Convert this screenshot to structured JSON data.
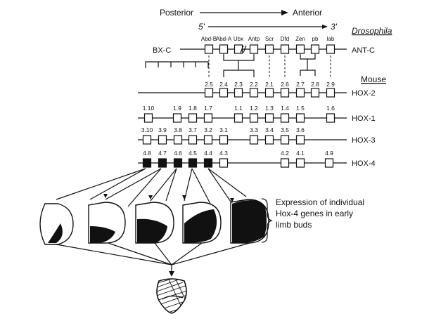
{
  "header": {
    "posterior": "Posterior",
    "anterior": "Anterior",
    "five_prime": "5'",
    "three_prime": "3'"
  },
  "drosophila": {
    "species_label": "Drosophila",
    "left_complex": "BX-C",
    "right_complex": "ANT-C",
    "genes": [
      "Abd-B",
      "Abd-A",
      "Ubx",
      "Antp",
      "Scr",
      "Dfd",
      "Zen",
      "pb",
      "lab"
    ]
  },
  "mouse": {
    "species_label": "Mouse",
    "clusters": [
      {
        "name": "HOX-2",
        "genes": [
          "2.5",
          "2.4",
          "2.3",
          "2.2",
          "2.1",
          "2.6",
          "2.7",
          "2.8",
          "2.9"
        ]
      },
      {
        "name": "HOX-1",
        "genes": [
          "1.10",
          "1.9",
          "1.8",
          "1.7",
          "1.1",
          "1.2",
          "1.3",
          "1.4",
          "1.5",
          "1.6"
        ]
      },
      {
        "name": "HOX-3",
        "genes": [
          "3.10",
          "3.9",
          "3.8",
          "3.7",
          "3.2",
          "3.1",
          "3.3",
          "3.4",
          "3.5",
          "3.6"
        ]
      },
      {
        "name": "HOX-4",
        "genes": [
          "4.8",
          "4.7",
          "4.6",
          "4.5",
          "4.4",
          "4.3",
          "4.2",
          "4.1",
          "4.9"
        ]
      }
    ]
  },
  "limb": {
    "caption_lines": [
      "Expression of individual",
      "Hox-4 genes in early",
      "limb buds"
    ]
  }
}
